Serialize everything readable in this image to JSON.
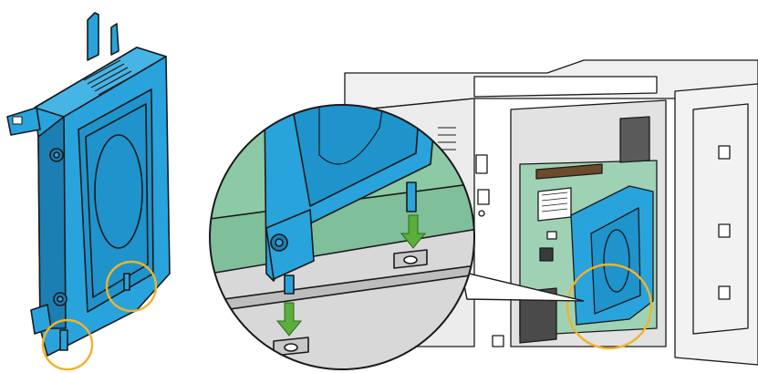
{
  "figure": {
    "colors": {
      "drive_blue": "#29a3dc",
      "drive_blue_dark": "#1c7fb3",
      "board_green": "#7fbf9a",
      "board_green_light": "#9fd2b4",
      "highlight_circle": "#f0b429",
      "arrow_green": "#5aae3c",
      "printer_gray": "#e8e8e8",
      "printer_gray_dark": "#bdbdbd",
      "outline": "#1a1a1a"
    },
    "icons": [
      "hard-disk-drive",
      "down-arrow",
      "highlight-circle",
      "magnifier-callout"
    ]
  }
}
